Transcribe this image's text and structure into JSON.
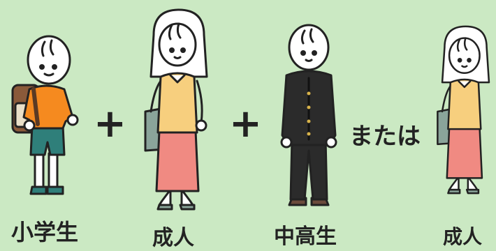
{
  "figures": [
    {
      "id": "elementary",
      "label": "小学生"
    },
    {
      "id": "adult-1",
      "label": "成人"
    },
    {
      "id": "highschool",
      "label": "中高生"
    },
    {
      "id": "adult-2",
      "label": "成人"
    }
  ],
  "operators": {
    "plus_1": "+",
    "plus_2": "+",
    "or_text": "または"
  },
  "colors": {
    "background": "#cbe9c3",
    "outline": "#222222",
    "skin": "#ffffff",
    "child_shirt": "#f58a1f",
    "child_shorts": "#2f7f7a",
    "backpack": "#8a5a3a",
    "adult_vest": "#f7cf7e",
    "adult_skirt": "#f08a82",
    "adult_bag": "#8aa49a",
    "gakuran": "#2b2b2b"
  }
}
